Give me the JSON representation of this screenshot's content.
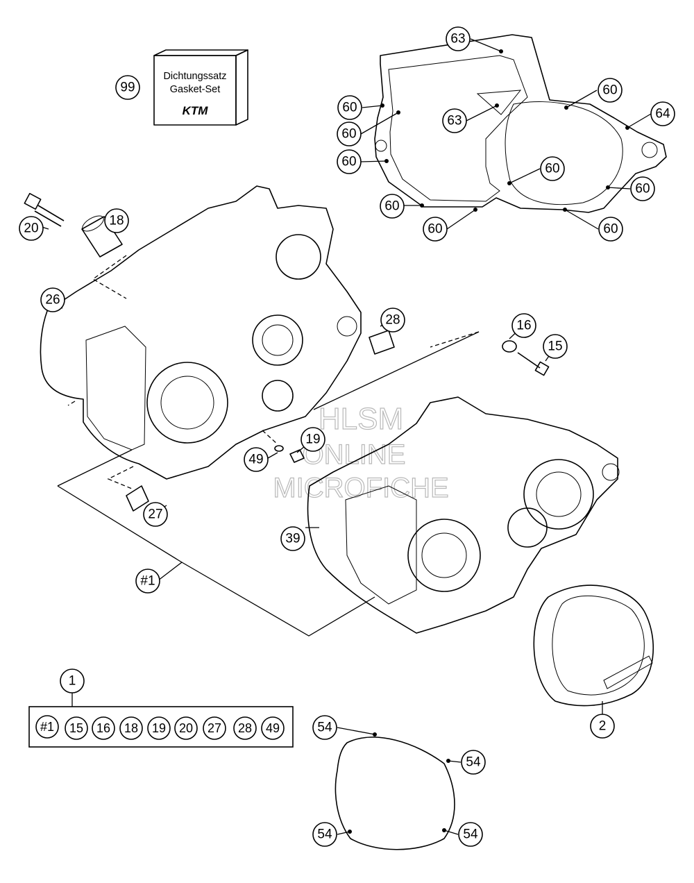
{
  "watermark": {
    "line1": "HLSM",
    "line2": "ONLINE",
    "line3": "MICROFICHE"
  },
  "gasket_set_box": {
    "line1": "Dichtungssatz",
    "line2": "Gasket-Set",
    "logo": "KTM"
  },
  "callouts": {
    "c99": "99",
    "c20": "20",
    "c18": "18",
    "c26": "26",
    "c28": "28",
    "c16": "16",
    "c15": "15",
    "c19": "19",
    "c49": "49",
    "c27": "27",
    "c39": "39",
    "c_assy": "#1",
    "c2": "2",
    "c1": "1",
    "c63a": "63",
    "c63b": "63",
    "c64": "64",
    "c60a": "60",
    "c60b": "60",
    "c60c": "60",
    "c60d": "60",
    "c60e": "60",
    "c60f": "60",
    "c60g": "60",
    "c60h": "60",
    "c60i": "60",
    "c54a": "54",
    "c54b": "54",
    "c54c": "54",
    "c54d": "54"
  },
  "kit_contents": [
    "#1",
    "15",
    "16",
    "18",
    "19",
    "20",
    "27",
    "28",
    "49"
  ],
  "icons": [
    "gasket-set-box-icon",
    "crankcase-left-drawing",
    "crankcase-right-drawing",
    "clutch-cover-gasket-drawing",
    "ignition-cover-drawing",
    "ignition-cover-gasket-drawing",
    "screw-icon",
    "dowel-sleeve-icon"
  ]
}
